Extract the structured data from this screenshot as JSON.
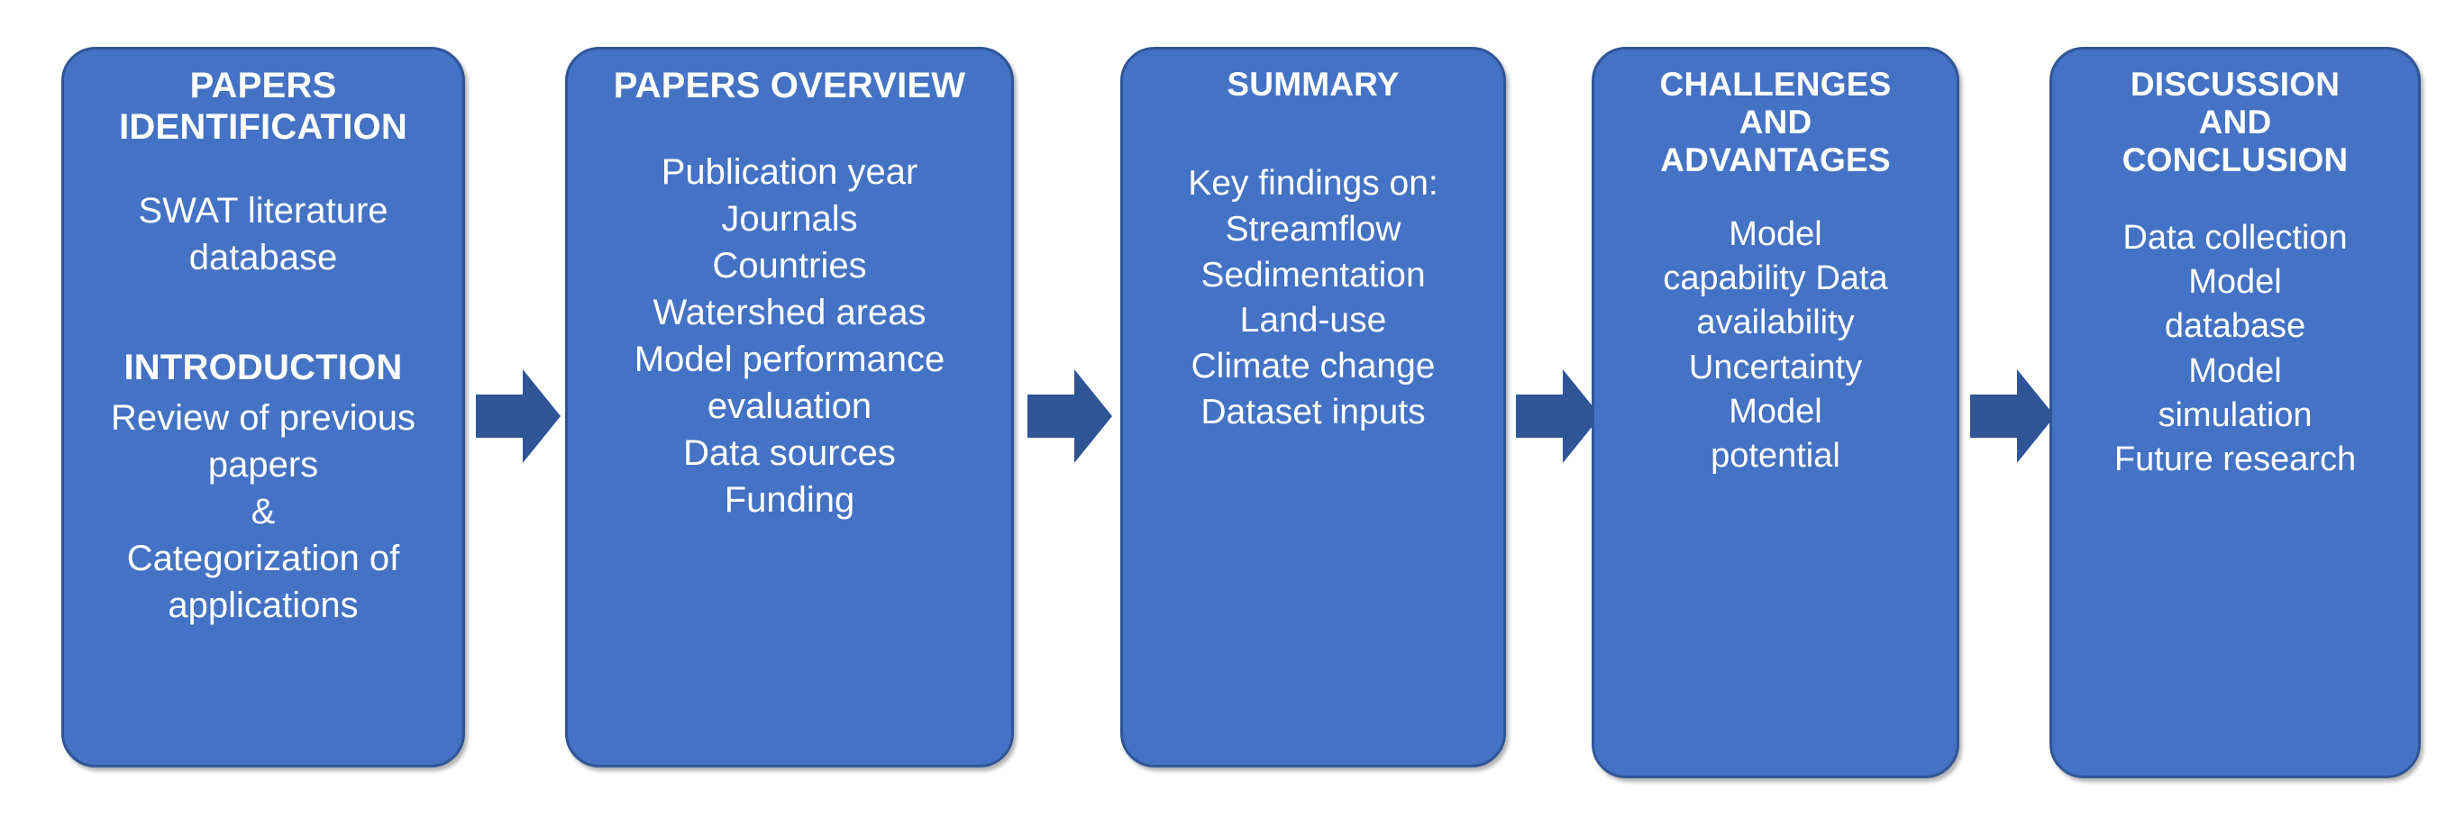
{
  "diagram": {
    "type": "horizontal-flowchart",
    "orientation": "left-to-right",
    "stage_count": 5,
    "connector_count": 4,
    "colors": {
      "box_fill": "#4472C4",
      "box_border": "#2F5597",
      "arrow_fill": "#2F5597",
      "text": "#FFFFFF",
      "background": "#FFFFFF"
    }
  },
  "stages": [
    {
      "id": "papers-identification",
      "title": "PAPERS\nIDENTIFICATION",
      "body_one": "SWAT literature\ndatabase",
      "title_two": "INTRODUCTION",
      "body_two": "Review of previous\npapers\n&\nCategorization of\napplications",
      "items": [
        "SWAT literature database",
        "Review of previous papers",
        "&",
        "Categorization of applications"
      ]
    },
    {
      "id": "papers-overview",
      "title": "PAPERS OVERVIEW",
      "body": "Publication year\nJournals\nCountries\nWatershed areas\nModel performance\nevaluation\nData sources\nFunding",
      "items": [
        "Publication year",
        "Journals",
        "Countries",
        "Watershed areas",
        "Model performance evaluation",
        "Data sources",
        "Funding"
      ]
    },
    {
      "id": "summary",
      "title": "SUMMARY",
      "body": "Key findings on:\nStreamflow\nSedimentation\nLand-use\nClimate change\nDataset inputs",
      "items": [
        "Key findings on:",
        "Streamflow",
        "Sedimentation",
        "Land-use",
        "Climate change",
        "Dataset inputs"
      ]
    },
    {
      "id": "challenges-and-advantages",
      "title": "CHALLENGES\nAND\nADVANTAGES",
      "body": "Model\ncapability Data\navailability\nUncertainty\nModel\npotential",
      "items": [
        "Model capability",
        "Data availability",
        "Uncertainty",
        "Model potential"
      ]
    },
    {
      "id": "discussion-and-conclusion",
      "title": "DISCUSSION\nAND\nCONCLUSION",
      "body": "Data  collection\nModel\ndatabase\nModel\nsimulation\nFuture research",
      "items": [
        "Data  collection",
        "Model database",
        "Model simulation",
        "Future research"
      ]
    }
  ],
  "connectors": [
    {
      "id": "arrow-1",
      "from": "papers-identification",
      "to": "papers-overview",
      "icon": "right-arrow-icon"
    },
    {
      "id": "arrow-2",
      "from": "papers-overview",
      "to": "summary",
      "icon": "right-arrow-icon"
    },
    {
      "id": "arrow-3",
      "from": "summary",
      "to": "challenges-and-advantages",
      "icon": "right-arrow-icon"
    },
    {
      "id": "arrow-4",
      "from": "challenges-and-advantages",
      "to": "discussion-and-conclusion",
      "icon": "right-arrow-icon"
    }
  ]
}
